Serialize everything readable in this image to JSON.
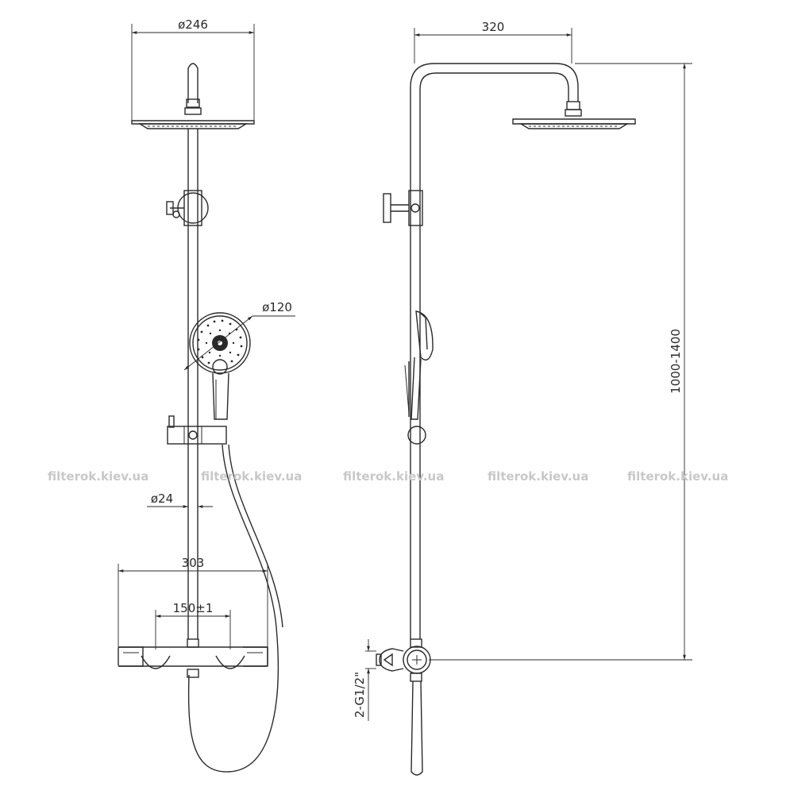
{
  "dimensions": {
    "head_diameter": "ø246",
    "arm_length": "320",
    "hand_shower_diameter": "ø120",
    "rail_diameter": "ø24",
    "mixer_width": "303",
    "inlet_spacing": "150±1",
    "height_range": "1000-1400",
    "inlet_thread": "2-G1/2\""
  },
  "watermarks": [
    "filterok.kiev.ua",
    "filterok.kiev.ua",
    "filterok.kiev.ua",
    "filterok.kiev.ua",
    "filterok.kiev.ua"
  ],
  "colors": {
    "line": "#2a2a2a",
    "watermark": "#c8c8c8",
    "background": "#ffffff"
  }
}
